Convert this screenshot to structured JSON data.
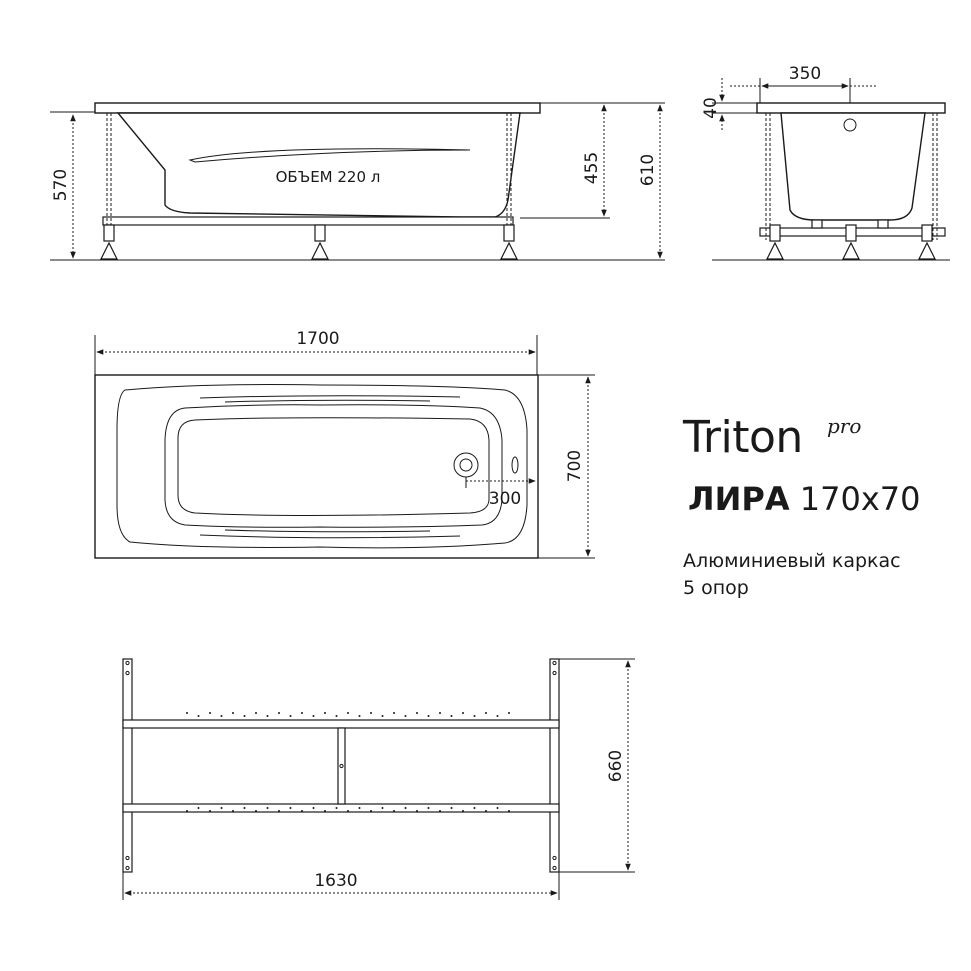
{
  "brand": {
    "name": "Triton",
    "suffix": "pro"
  },
  "product": {
    "model": "ЛИРА",
    "size": "170x70"
  },
  "description": {
    "line1": "Алюминиевый каркас",
    "line2": "5 опор"
  },
  "side_view": {
    "height_total": "570",
    "height_bowl": "455",
    "height_full": "610",
    "volume_label": "ОБЪЕМ 220 л"
  },
  "end_view": {
    "width_drain": "350",
    "rim_thickness": "40"
  },
  "top_view": {
    "length": "1700",
    "width": "700",
    "drain_offset": "300"
  },
  "frame_view": {
    "length": "1630",
    "width": "660"
  }
}
